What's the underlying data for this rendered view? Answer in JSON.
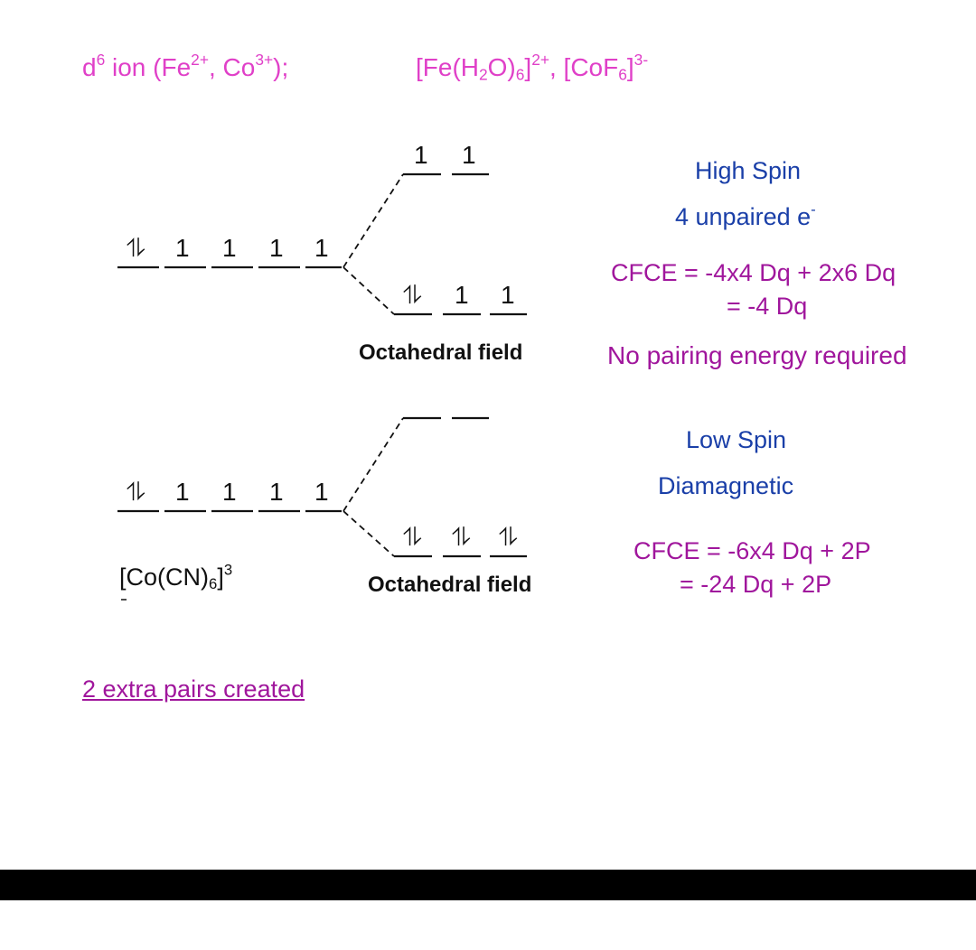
{
  "header": {
    "ion_label": "d",
    "ion_label_sup": "6",
    "ion_label_rest": " ion (Fe",
    "fe_charge": "2+",
    "ion_sep": ", Co",
    "co_charge": "3+",
    "ion_end": ");",
    "complex_a_open": "[Fe(H",
    "complex_a_sub1": "2",
    "complex_a_mid": "O)",
    "complex_a_sub2": "6",
    "complex_a_close": "]",
    "complex_a_charge": "2+",
    "complex_sep": ", [CoF",
    "complex_b_sub": "6",
    "complex_b_close": "]",
    "complex_b_charge": "3-"
  },
  "high_spin": {
    "field_label": "Octahedral field",
    "title": "High Spin",
    "unpaired_text": "4 unpaired e",
    "unpaired_sup": "-",
    "cfce_line1": "CFCE = -4x4 Dq + 2x6 Dq",
    "cfce_line2": "= -4 Dq",
    "pairing_note": "No pairing energy required",
    "free_ion_glyphs": [
      "⥮",
      "1",
      "1",
      "1",
      "1"
    ],
    "eg_glyphs": [
      "1",
      "1"
    ],
    "t2g_glyphs": [
      "⥮",
      "1",
      "1"
    ]
  },
  "low_spin": {
    "field_label": "Octahedral field",
    "title": "Low Spin",
    "magnetism": "Diamagnetic",
    "cfce_line1": "CFCE = -6x4 Dq + 2P",
    "cfce_line2": "= -24 Dq + 2P",
    "complex_open": "[Co(CN)",
    "complex_sub": "6",
    "complex_close": "]",
    "complex_sup": "3",
    "free_ion_glyphs": [
      "⥮",
      "1",
      "1",
      "1",
      "1"
    ],
    "eg_glyphs": [
      "",
      ""
    ],
    "t2g_glyphs": [
      "⥮",
      "⥮",
      "⥮"
    ]
  },
  "footer": {
    "note": "2 extra pairs created"
  },
  "colors": {
    "pink": "#e040c8",
    "blue": "#1a3fa8",
    "purple": "#a0169c",
    "black": "#111111"
  }
}
